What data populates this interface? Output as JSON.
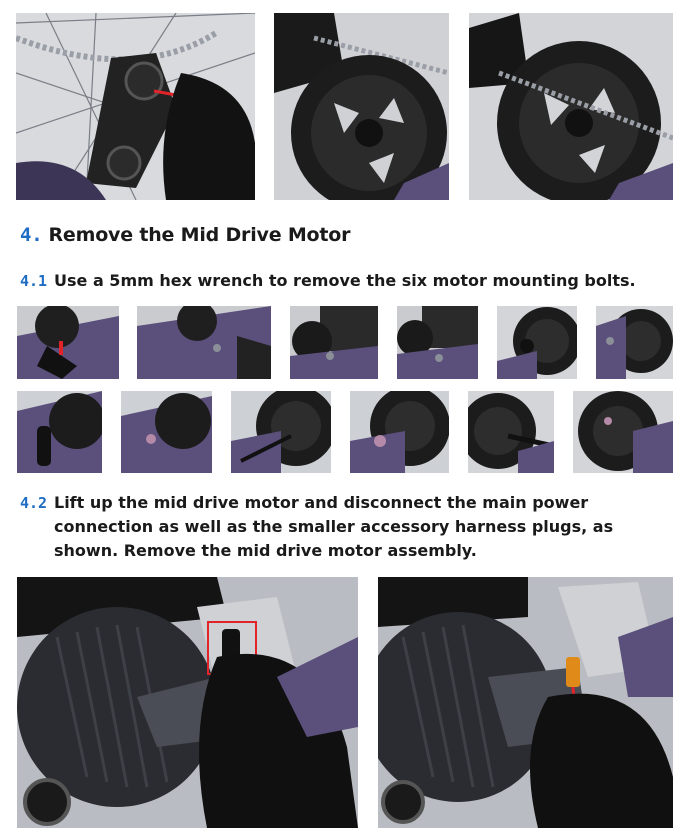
{
  "section": {
    "number": "4.",
    "title": "Remove the Mid Drive Motor"
  },
  "steps": [
    {
      "number": "4.1",
      "text": "Use a 5mm hex wrench to remove the six motor mounting bolts."
    },
    {
      "number": "4.2",
      "text": "Lift up the mid drive motor and disconnect the main power connection as well as the smaller accessory harness plugs, as shown. Remove the mid drive motor assembly."
    }
  ],
  "colors": {
    "accent": "#1e6cc4",
    "frame": "#5b4f7c",
    "highlight": "#e0242a"
  }
}
